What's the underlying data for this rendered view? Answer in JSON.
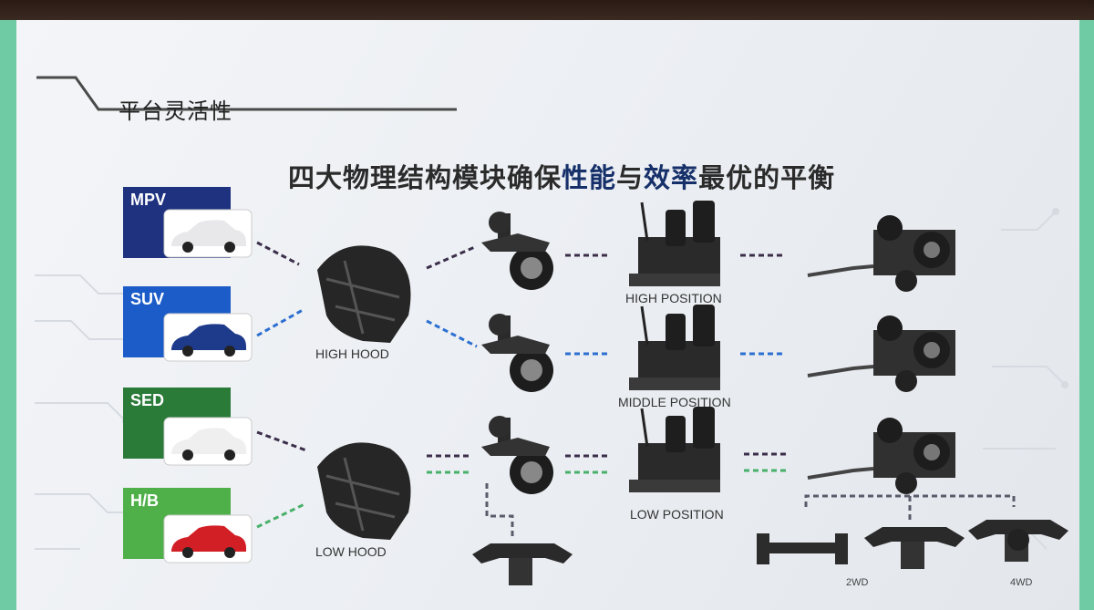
{
  "slide": {
    "title": "平台灵活性",
    "headline_parts": [
      "四大物理结构模块确保",
      "性能",
      "与",
      "效率",
      "最优的平衡"
    ]
  },
  "vehicles": [
    {
      "label": "MPV",
      "color": "#1f3280"
    },
    {
      "label": "SUV",
      "color": "#1c5cc8"
    },
    {
      "label": "SED",
      "color": "#2a7a38"
    },
    {
      "label": "H/B",
      "color": "#4fb04a"
    }
  ],
  "hoods": {
    "high": "HIGH HOOD",
    "low": "LOW HOOD"
  },
  "positions": {
    "high": "HIGH POSITION",
    "middle": "MIDDLE POSITION",
    "low": "LOW POSITION"
  },
  "drive": {
    "two": "2WD",
    "four": "4WD"
  },
  "colors": {
    "dark": "#3b2e4a",
    "blue": "#2c6fd0",
    "green": "#48b06a",
    "gray": "#5b5b6b"
  }
}
